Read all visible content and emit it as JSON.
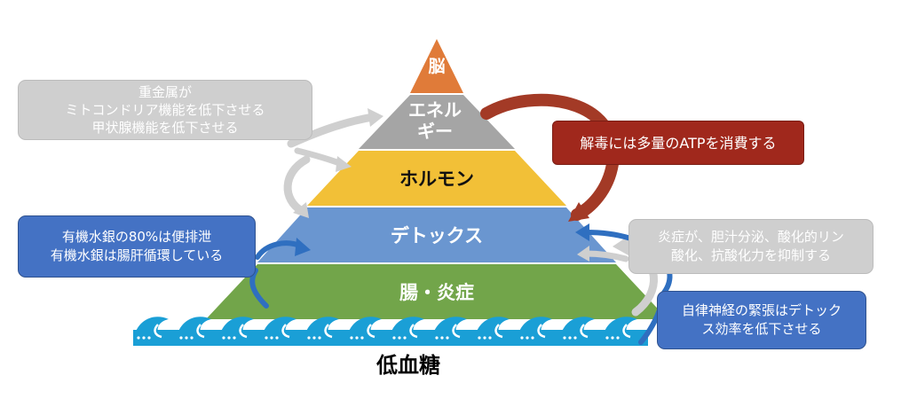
{
  "pyramid": {
    "tiers": [
      {
        "label": "脳",
        "color": "#e07b39"
      },
      {
        "label": "エネル\nギー",
        "color": "#a5a5a5"
      },
      {
        "label": "ホルモン",
        "color": "#f2c037"
      },
      {
        "label": "デトックス",
        "color": "#6a96d0"
      },
      {
        "label": "腸・炎症",
        "color": "#72a54a"
      }
    ]
  },
  "base": {
    "label": "低血糖",
    "wave_color": "#1a9fd6"
  },
  "callouts": {
    "heavy_metal": [
      "重金属が",
      "ミトコンドリア機能を低下させる",
      "甲状腺機能を低下させる"
    ],
    "mercury": [
      "有機水銀の80%は便排泄",
      "有機水銀は腸肝循環している"
    ],
    "atp": [
      "解毒には多量のATPを消費する"
    ],
    "inflammation": [
      "炎症が、胆汁分泌、酸化的リン",
      "酸化、抗酸化力を抑制する"
    ],
    "autonomic": [
      "自律神経の緊張はデトック",
      "ス効率を低下させる"
    ]
  },
  "colors": {
    "gray_box": "#cfcfcf",
    "blue_box": "#4472c4",
    "red_box": "#a0281c",
    "red_arrow": "#a33a26"
  }
}
